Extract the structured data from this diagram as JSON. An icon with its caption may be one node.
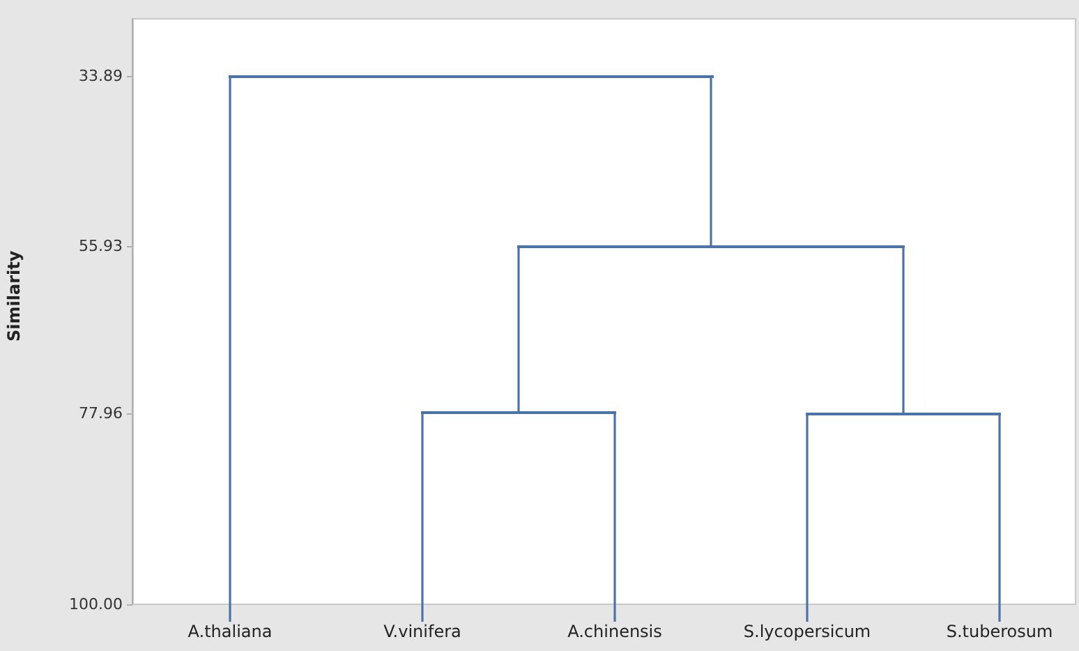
{
  "diagram": {
    "nodes": [
      {
        "text": [
          "A.thaliana"
        ]
      },
      {
        "text": [
          "V.vinifera"
        ]
      },
      {
        "text": [
          "A.chinensis"
        ]
      },
      {
        "text": [
          "S.lycopersicum"
        ]
      },
      {
        "text": [
          "S.tuberosum"
        ]
      },
      {
        "text": [],
        "shape": "bar"
      },
      {
        "text": [],
        "shape": "bar"
      },
      {
        "text": [],
        "shape": "bar"
      },
      {
        "text": [],
        "shape": "bar"
      }
    ],
    "edges": [
      {
        "from": 1,
        "to": 7,
        "arrow": "none"
      },
      {
        "from": 2,
        "to": 7,
        "arrow": "none"
      },
      {
        "from": 3,
        "to": 8,
        "arrow": "none"
      },
      {
        "from": 4,
        "to": 8,
        "arrow": "none"
      },
      {
        "from": 7,
        "to": 6,
        "arrow": "none"
      },
      {
        "from": 8,
        "to": 6,
        "arrow": "none"
      },
      {
        "from": 0,
        "to": 5,
        "arrow": "none"
      },
      {
        "from": 6,
        "to": 5,
        "arrow": "none"
      }
    ],
    "labels": [
      "33.89",
      "55.93",
      "77.96",
      "100.00",
      "Similarity"
    ]
  }
}
